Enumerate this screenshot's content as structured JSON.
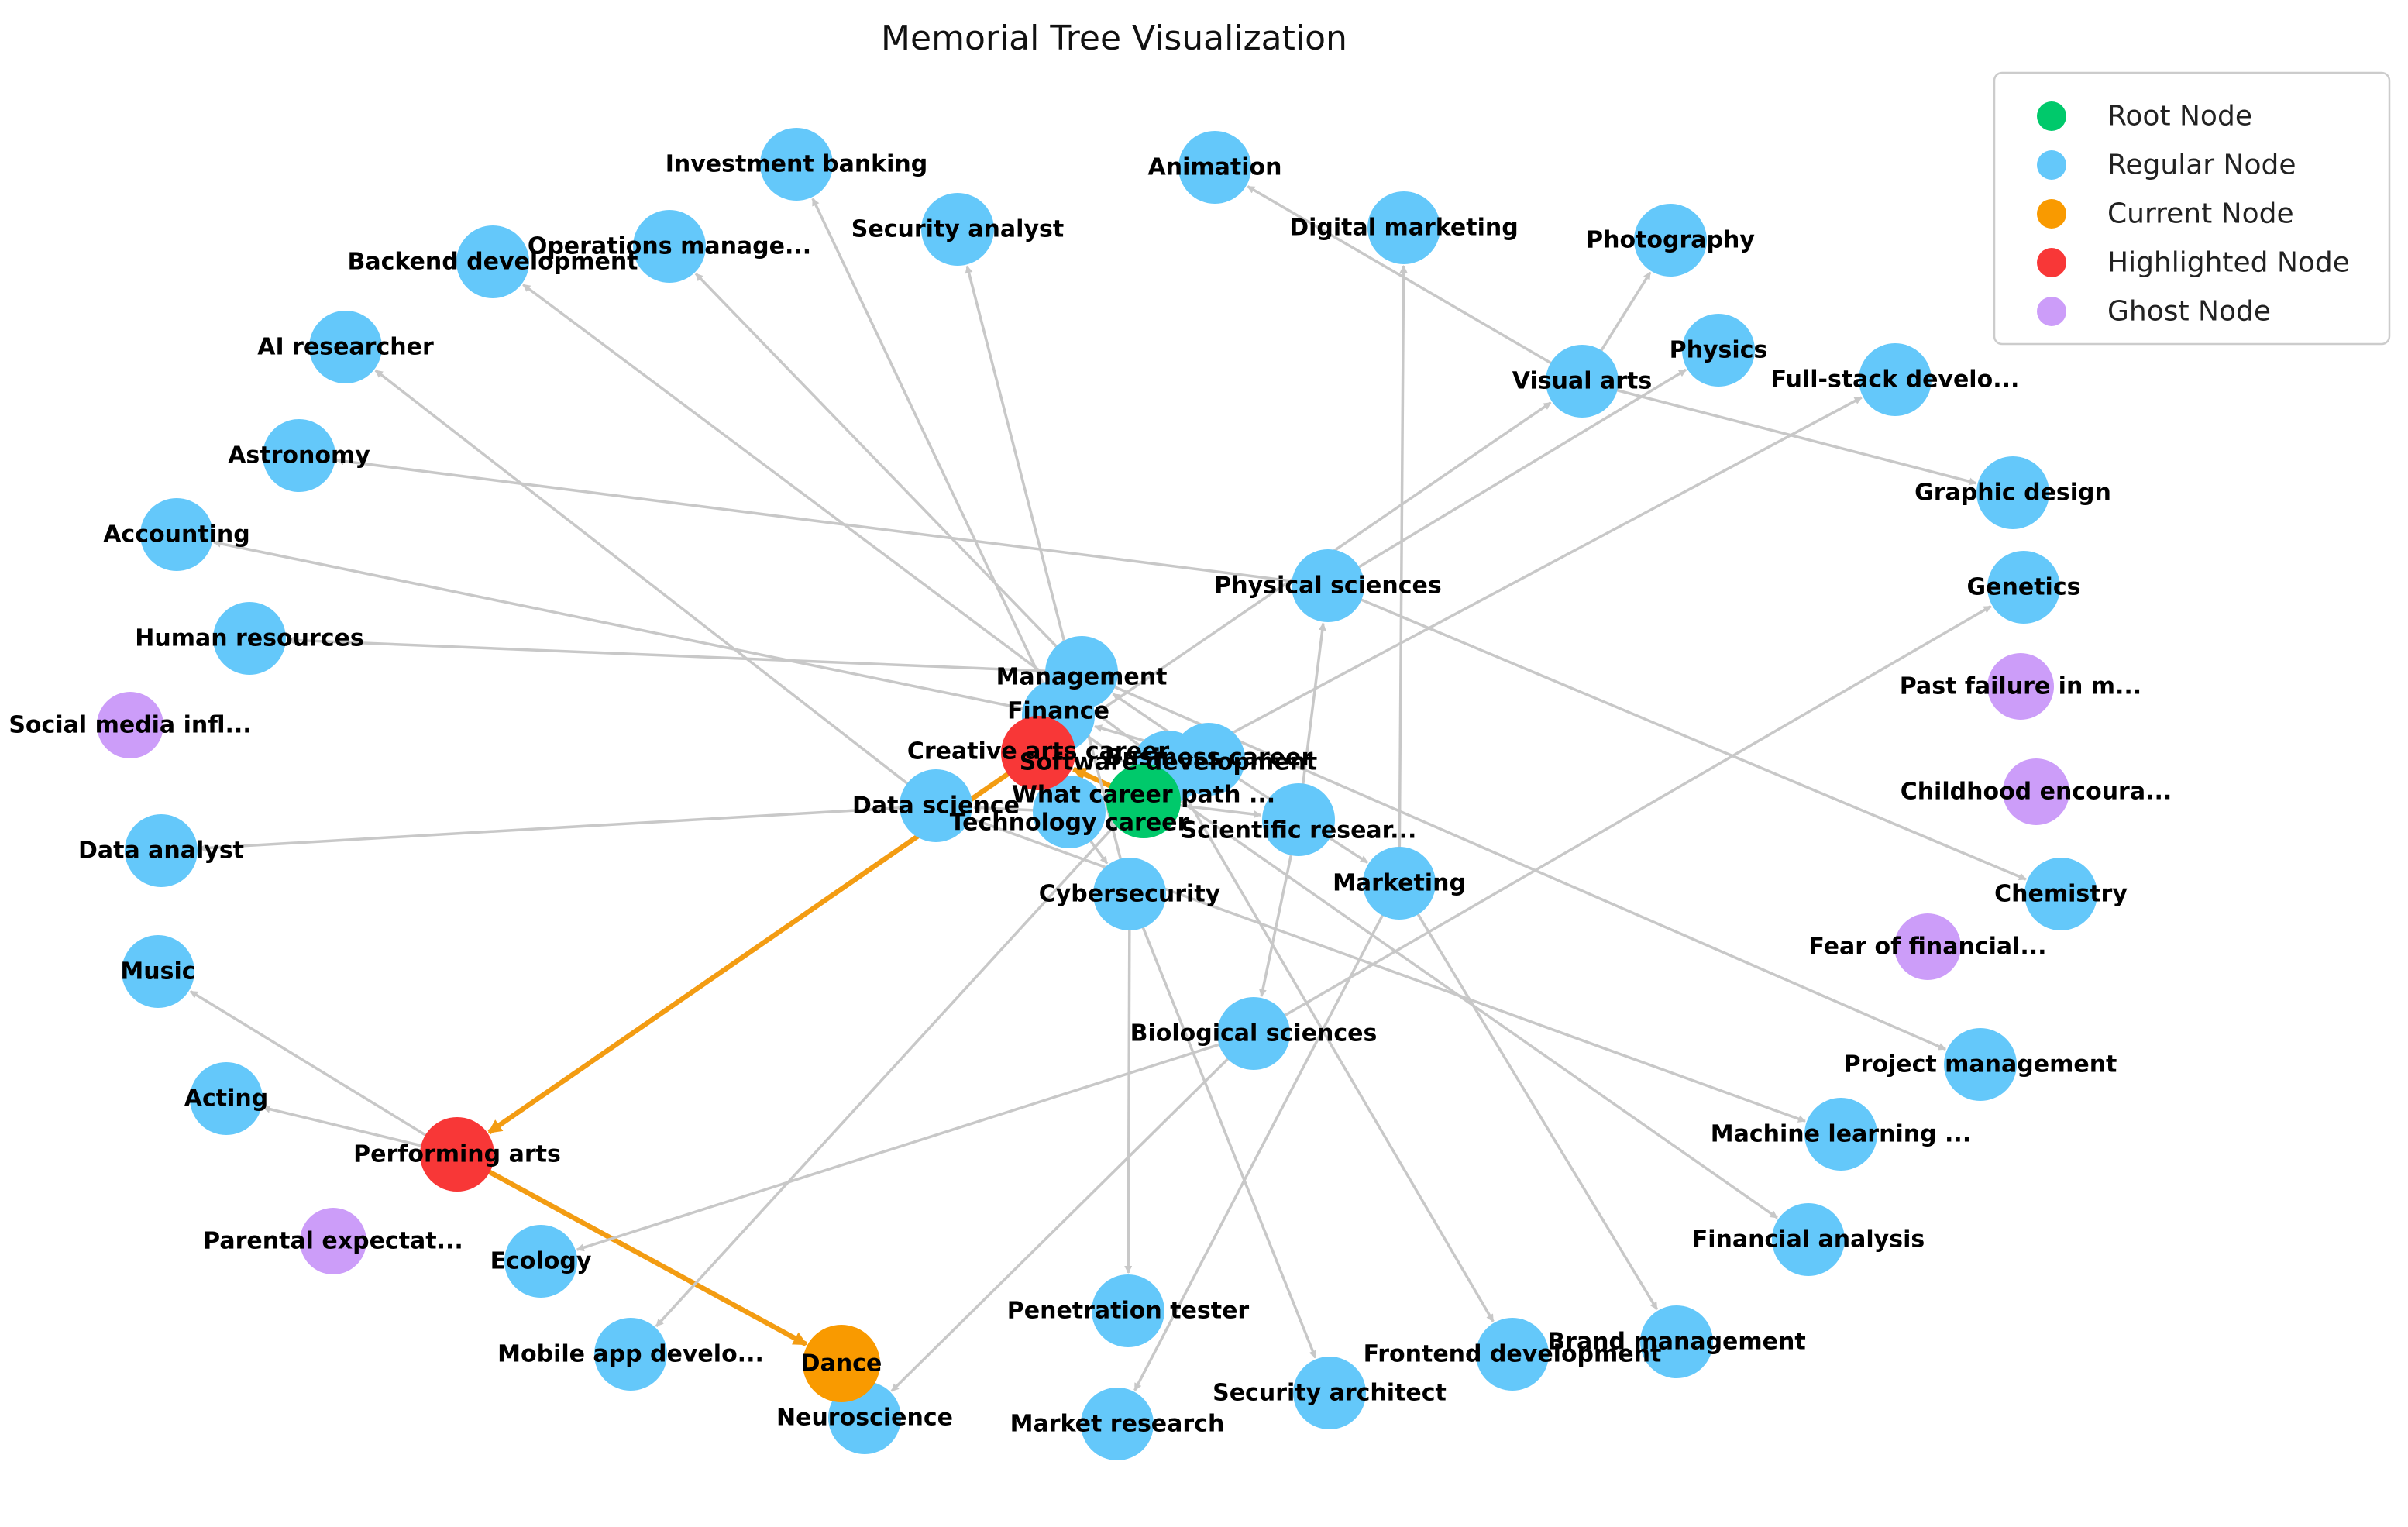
{
  "title": "Memorial Tree Visualization",
  "colors": {
    "root": "#00c96b",
    "regular": "#64c8fa",
    "current": "#f99a00",
    "highlighted": "#f83737",
    "ghost": "#cc9df9",
    "edge": "#c8c8c8",
    "edge_highlight": "#f39c12"
  },
  "legend": [
    {
      "type": "root",
      "label": "Root Node"
    },
    {
      "type": "regular",
      "label": "Regular Node"
    },
    {
      "type": "current",
      "label": "Current Node"
    },
    {
      "type": "highlighted",
      "label": "Highlighted Node"
    },
    {
      "type": "ghost",
      "label": "Ghost Node"
    }
  ],
  "nodes": [
    {
      "id": "root",
      "label": "What career path ...",
      "type": "root"
    },
    {
      "id": "creative",
      "label": "Creative arts career",
      "type": "highlighted"
    },
    {
      "id": "tech",
      "label": "Technology career",
      "type": "regular"
    },
    {
      "id": "business",
      "label": "Business career",
      "type": "regular"
    },
    {
      "id": "scientific",
      "label": "Scientific resear...",
      "type": "regular"
    },
    {
      "id": "performing",
      "label": "Performing arts",
      "type": "highlighted"
    },
    {
      "id": "dance",
      "label": "Dance",
      "type": "current"
    },
    {
      "id": "music",
      "label": "Music",
      "type": "regular"
    },
    {
      "id": "acting",
      "label": "Acting",
      "type": "regular"
    },
    {
      "id": "visual",
      "label": "Visual arts",
      "type": "regular"
    },
    {
      "id": "animation",
      "label": "Animation",
      "type": "regular"
    },
    {
      "id": "photography",
      "label": "Photography",
      "type": "regular"
    },
    {
      "id": "graphic",
      "label": "Graphic design",
      "type": "regular"
    },
    {
      "id": "softdev",
      "label": "Software development",
      "type": "regular"
    },
    {
      "id": "fullstack",
      "label": "Full-stack develo...",
      "type": "regular"
    },
    {
      "id": "mobile",
      "label": "Mobile app develo...",
      "type": "regular"
    },
    {
      "id": "frontend",
      "label": "Frontend development",
      "type": "regular"
    },
    {
      "id": "backend",
      "label": "Backend development",
      "type": "regular"
    },
    {
      "id": "datasci",
      "label": "Data science",
      "type": "regular"
    },
    {
      "id": "dataanalyst",
      "label": "Data analyst",
      "type": "regular"
    },
    {
      "id": "ml",
      "label": "Machine learning ...",
      "type": "regular"
    },
    {
      "id": "ai",
      "label": "AI researcher",
      "type": "regular"
    },
    {
      "id": "cyber",
      "label": "Cybersecurity",
      "type": "regular"
    },
    {
      "id": "secanalyst",
      "label": "Security analyst",
      "type": "regular"
    },
    {
      "id": "pentest",
      "label": "Penetration tester",
      "type": "regular"
    },
    {
      "id": "secarch",
      "label": "Security architect",
      "type": "regular"
    },
    {
      "id": "management",
      "label": "Management",
      "type": "regular"
    },
    {
      "id": "opsmgmt",
      "label": "Operations manage...",
      "type": "regular"
    },
    {
      "id": "projmgmt",
      "label": "Project management",
      "type": "regular"
    },
    {
      "id": "hr",
      "label": "Human resources",
      "type": "regular"
    },
    {
      "id": "finance",
      "label": "Finance",
      "type": "regular"
    },
    {
      "id": "investment",
      "label": "Investment banking",
      "type": "regular"
    },
    {
      "id": "accounting",
      "label": "Accounting",
      "type": "regular"
    },
    {
      "id": "finanalysis",
      "label": "Financial analysis",
      "type": "regular"
    },
    {
      "id": "marketing",
      "label": "Marketing",
      "type": "regular"
    },
    {
      "id": "digital",
      "label": "Digital marketing",
      "type": "regular"
    },
    {
      "id": "brand",
      "label": "Brand management",
      "type": "regular"
    },
    {
      "id": "market",
      "label": "Market research",
      "type": "regular"
    },
    {
      "id": "physical",
      "label": "Physical sciences",
      "type": "regular"
    },
    {
      "id": "physics",
      "label": "Physics",
      "type": "regular"
    },
    {
      "id": "chemistry",
      "label": "Chemistry",
      "type": "regular"
    },
    {
      "id": "astronomy",
      "label": "Astronomy",
      "type": "regular"
    },
    {
      "id": "biological",
      "label": "Biological sciences",
      "type": "regular"
    },
    {
      "id": "genetics",
      "label": "Genetics",
      "type": "regular"
    },
    {
      "id": "ecology",
      "label": "Ecology",
      "type": "regular"
    },
    {
      "id": "neuro",
      "label": "Neuroscience",
      "type": "regular"
    },
    {
      "id": "ghost1",
      "label": "Social media infl...",
      "type": "ghost"
    },
    {
      "id": "ghost2",
      "label": "Past failure in m...",
      "type": "ghost"
    },
    {
      "id": "ghost3",
      "label": "Childhood encoura...",
      "type": "ghost"
    },
    {
      "id": "ghost4",
      "label": "Fear of financial...",
      "type": "ghost"
    },
    {
      "id": "ghost5",
      "label": "Parental expectat...",
      "type": "ghost"
    }
  ],
  "edges": [
    {
      "from": "root",
      "to": "creative",
      "highlight": true
    },
    {
      "from": "creative",
      "to": "performing",
      "highlight": true
    },
    {
      "from": "performing",
      "to": "dance",
      "highlight": true
    },
    {
      "from": "root",
      "to": "tech",
      "highlight": false
    },
    {
      "from": "root",
      "to": "business",
      "highlight": false
    },
    {
      "from": "root",
      "to": "scientific",
      "highlight": false
    },
    {
      "from": "performing",
      "to": "music",
      "highlight": false
    },
    {
      "from": "performing",
      "to": "acting",
      "highlight": false
    },
    {
      "from": "creative",
      "to": "visual",
      "highlight": false
    },
    {
      "from": "visual",
      "to": "animation",
      "highlight": false
    },
    {
      "from": "visual",
      "to": "photography",
      "highlight": false
    },
    {
      "from": "visual",
      "to": "graphic",
      "highlight": false
    },
    {
      "from": "tech",
      "to": "softdev",
      "highlight": false
    },
    {
      "from": "softdev",
      "to": "fullstack",
      "highlight": false
    },
    {
      "from": "softdev",
      "to": "mobile",
      "highlight": false
    },
    {
      "from": "softdev",
      "to": "frontend",
      "highlight": false
    },
    {
      "from": "softdev",
      "to": "backend",
      "highlight": false
    },
    {
      "from": "tech",
      "to": "datasci",
      "highlight": false
    },
    {
      "from": "datasci",
      "to": "dataanalyst",
      "highlight": false
    },
    {
      "from": "datasci",
      "to": "ml",
      "highlight": false
    },
    {
      "from": "datasci",
      "to": "ai",
      "highlight": false
    },
    {
      "from": "tech",
      "to": "cyber",
      "highlight": false
    },
    {
      "from": "cyber",
      "to": "secanalyst",
      "highlight": false
    },
    {
      "from": "cyber",
      "to": "pentest",
      "highlight": false
    },
    {
      "from": "cyber",
      "to": "secarch",
      "highlight": false
    },
    {
      "from": "business",
      "to": "management",
      "highlight": false
    },
    {
      "from": "management",
      "to": "opsmgmt",
      "highlight": false
    },
    {
      "from": "management",
      "to": "projmgmt",
      "highlight": false
    },
    {
      "from": "management",
      "to": "hr",
      "highlight": false
    },
    {
      "from": "business",
      "to": "finance",
      "highlight": false
    },
    {
      "from": "finance",
      "to": "investment",
      "highlight": false
    },
    {
      "from": "finance",
      "to": "accounting",
      "highlight": false
    },
    {
      "from": "finance",
      "to": "finanalysis",
      "highlight": false
    },
    {
      "from": "business",
      "to": "marketing",
      "highlight": false
    },
    {
      "from": "marketing",
      "to": "digital",
      "highlight": false
    },
    {
      "from": "marketing",
      "to": "brand",
      "highlight": false
    },
    {
      "from": "marketing",
      "to": "market",
      "highlight": false
    },
    {
      "from": "scientific",
      "to": "physical",
      "highlight": false
    },
    {
      "from": "physical",
      "to": "physics",
      "highlight": false
    },
    {
      "from": "physical",
      "to": "chemistry",
      "highlight": false
    },
    {
      "from": "physical",
      "to": "astronomy",
      "highlight": false
    },
    {
      "from": "scientific",
      "to": "biological",
      "highlight": false
    },
    {
      "from": "biological",
      "to": "genetics",
      "highlight": false
    },
    {
      "from": "biological",
      "to": "ecology",
      "highlight": false
    },
    {
      "from": "biological",
      "to": "neuro",
      "highlight": false
    }
  ]
}
